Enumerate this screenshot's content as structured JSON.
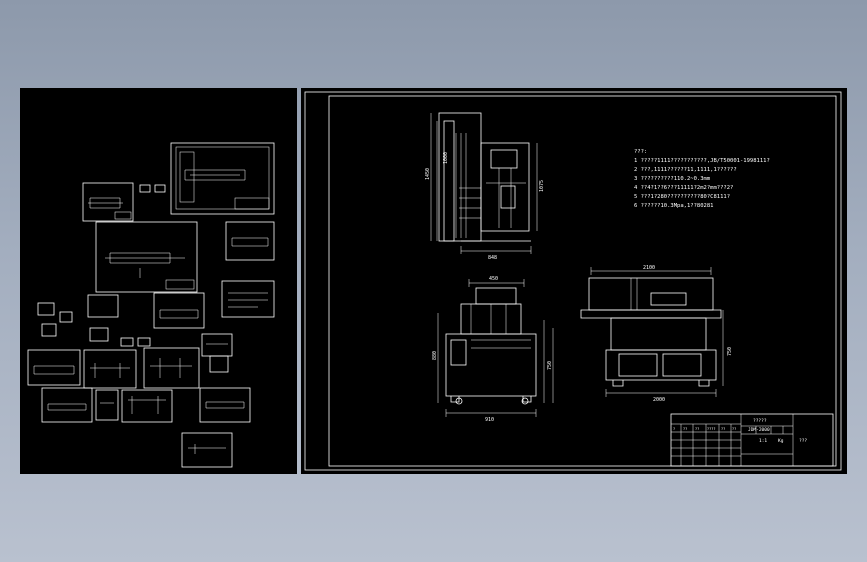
{
  "notes": {
    "title": "???:",
    "items": [
      "1 ?????1111???????????,JB/T50001-1998111?",
      "2 ???,1111??????11,1111,1??????",
      "3 ??????????110.2~0.3mm",
      "4 ??4?1??6???11111?2m2?mm???2?",
      "5 ???1?280??????????80?C8111?",
      "6 ??????10.3Mpa,1??80281"
    ]
  },
  "dimensions": {
    "front_height": "1450",
    "front_height_inner": "1000",
    "front_height_right": "1075",
    "front_width": "848",
    "side_top_width": "450",
    "side_height": "880",
    "side_height_inner": "750",
    "side_bottom_width": "910",
    "top_width": "2100",
    "top_depth": "750",
    "top_bottom_width": "2000"
  },
  "title_block": {
    "name": "?????",
    "drawing_no": "JDM-2000",
    "cells": [
      "?",
      "??",
      "??",
      "????",
      "??",
      "??",
      "1:1",
      "Kg",
      "???"
    ]
  }
}
